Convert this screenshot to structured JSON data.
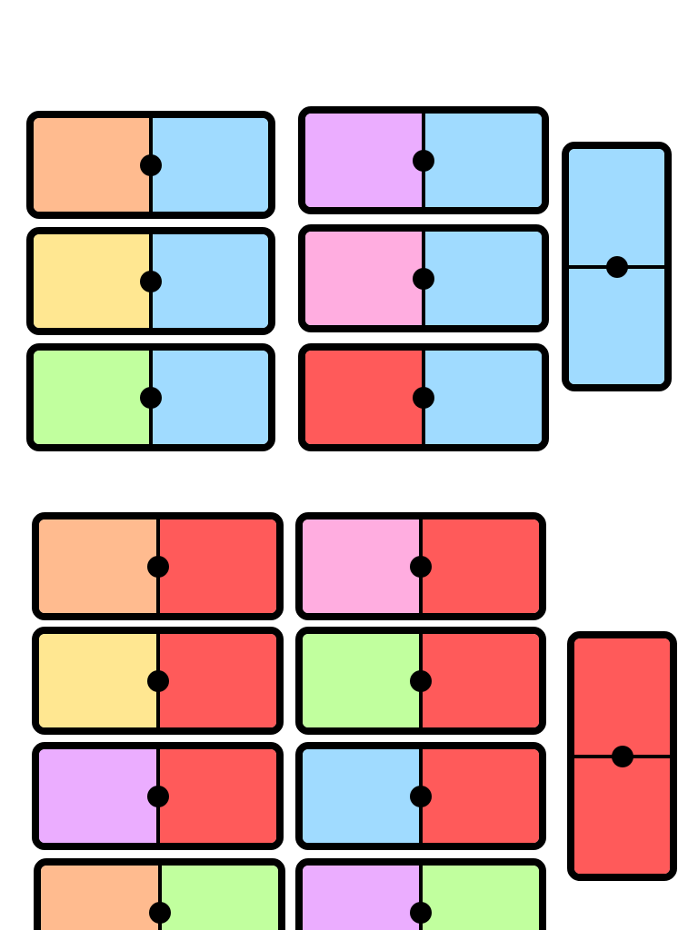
{
  "palette": {
    "peach": "#FFBB8F",
    "sky": "#A0DBFF",
    "lavender": "#EBADFF",
    "yellow": "#FFE791",
    "pink": "#FFADE0",
    "lime": "#C1FF9E",
    "red": "#FF5A5A"
  },
  "dominoes": [
    {
      "id": "peach-sky",
      "colors": [
        "peach",
        "sky"
      ]
    },
    {
      "id": "yellow-sky",
      "colors": [
        "yellow",
        "sky"
      ]
    },
    {
      "id": "lime-sky",
      "colors": [
        "lime",
        "sky"
      ]
    },
    {
      "id": "lavender-sky",
      "colors": [
        "lavender",
        "sky"
      ]
    },
    {
      "id": "pink-sky",
      "colors": [
        "pink",
        "sky"
      ]
    },
    {
      "id": "red-sky",
      "colors": [
        "red",
        "sky"
      ]
    },
    {
      "id": "sky-sky",
      "colors": [
        "sky",
        "sky"
      ]
    },
    {
      "id": "peach-red",
      "colors": [
        "peach",
        "red"
      ]
    },
    {
      "id": "yellow-red",
      "colors": [
        "yellow",
        "red"
      ]
    },
    {
      "id": "lavender-red",
      "colors": [
        "lavender",
        "red"
      ]
    },
    {
      "id": "pink-red",
      "colors": [
        "pink",
        "red"
      ]
    },
    {
      "id": "lime-red",
      "colors": [
        "lime",
        "red"
      ]
    },
    {
      "id": "sky-red",
      "colors": [
        "sky",
        "red"
      ]
    },
    {
      "id": "red-red",
      "colors": [
        "red",
        "red"
      ]
    },
    {
      "id": "peach-lime",
      "colors": [
        "peach",
        "lime"
      ]
    },
    {
      "id": "lavender-lime",
      "colors": [
        "lavender",
        "lime"
      ]
    }
  ]
}
